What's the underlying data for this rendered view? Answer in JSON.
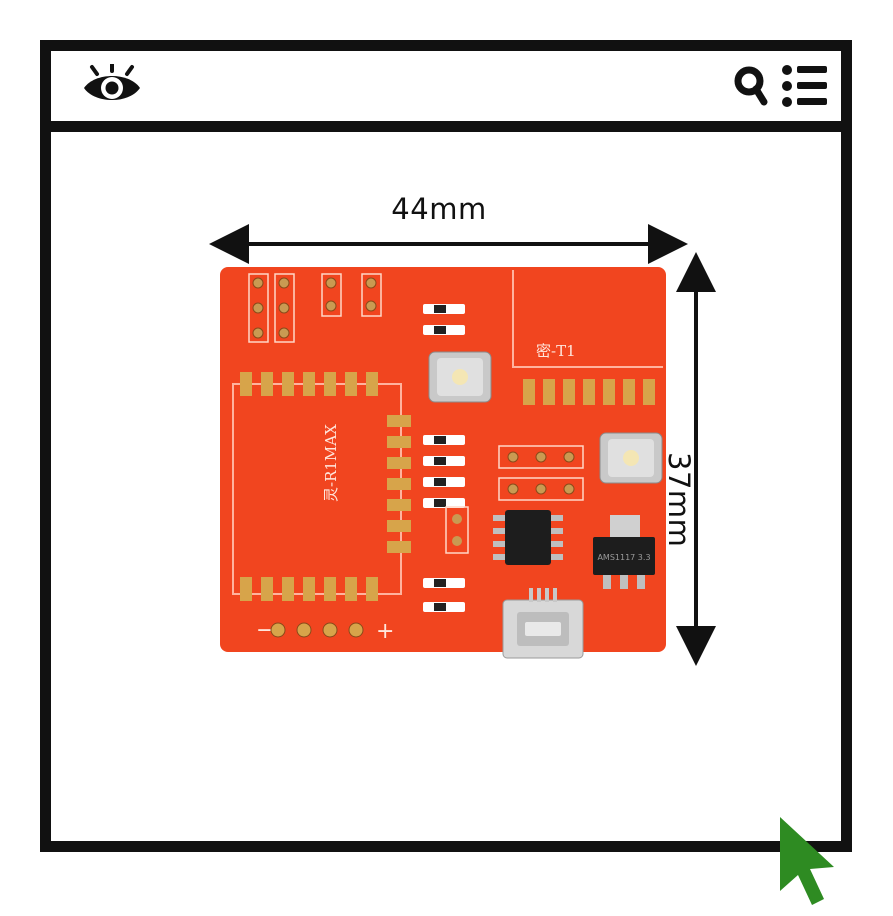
{
  "toolbar": {
    "left_icon": "eye-icon",
    "right_icons": [
      "search-icon",
      "list-menu-icon"
    ]
  },
  "dimensions": {
    "width_label": "44mm",
    "height_label": "37mm"
  },
  "board": {
    "module_label": "灵-R1MAX",
    "chip_label": "密-T1",
    "regulator_label": "AMS1117 3.3",
    "pin_plus": "+",
    "pin_minus": "−",
    "color": "#f1451f"
  },
  "cursor": {
    "icon": "pointer-arrow-icon",
    "color": "#2e8b22"
  }
}
